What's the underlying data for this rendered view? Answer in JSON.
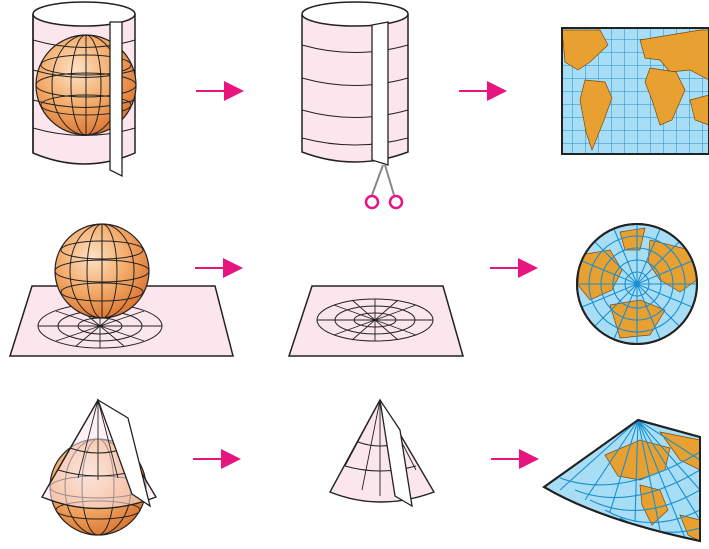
{
  "diagram": {
    "rows": [
      {
        "name": "cylindrical-projection",
        "steps": [
          "globe-in-cylinder",
          "cut-cylinder",
          "rectangular-world-map"
        ]
      },
      {
        "name": "planar-projection",
        "steps": [
          "globe-on-plane",
          "plane-grid",
          "circular-polar-map"
        ]
      },
      {
        "name": "conic-projection",
        "steps": [
          "globe-in-cone",
          "cut-cone",
          "fan-shaped-map"
        ]
      }
    ],
    "icons": [
      "scissors-icon",
      "arrow-right-icon"
    ]
  },
  "colors": {
    "arrow": "#e8157f",
    "paper": "#fbe6ee",
    "globe": "#f0a060",
    "ocean": "#a8def5",
    "grid_ocean": "#1a8fd0",
    "land": "#e8a030",
    "line": "#222222",
    "scissors": "#e8157f"
  }
}
